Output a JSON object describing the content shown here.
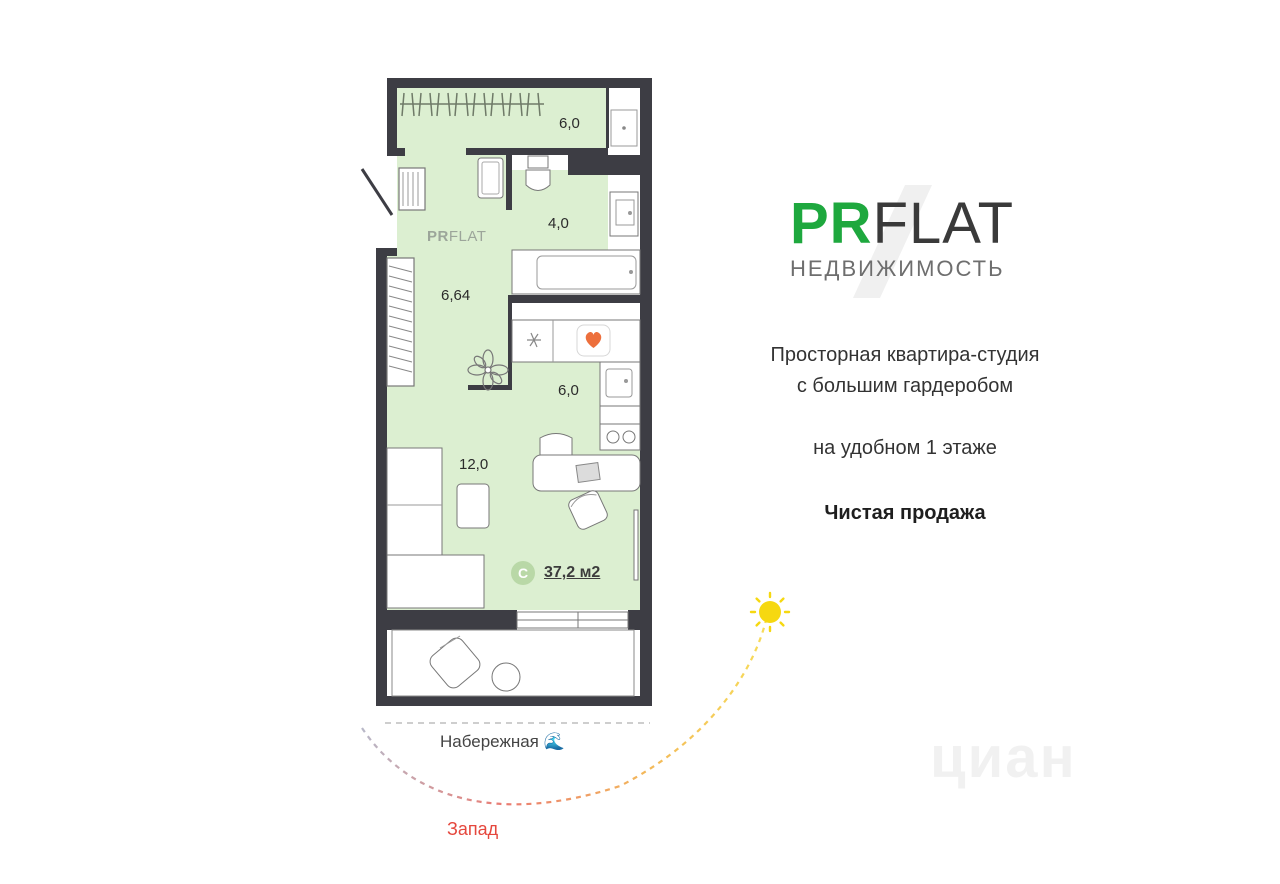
{
  "brand": {
    "name_bold": "PR",
    "name_light": "FLAT",
    "subtitle": "НЕДВИЖИМОСТЬ"
  },
  "description": {
    "line1": "Просторная квартира-студия",
    "line2": "с большим гардеробом",
    "floor": "на  удобном 1 этаже",
    "sale": "Чистая продажа"
  },
  "plan": {
    "rooms": {
      "wardrobe": "6,0",
      "bathroom": "4,0",
      "hall": "6,64",
      "kitchen": "6,0",
      "living": "12,0"
    },
    "logo_bold": "PR",
    "logo_light": "FLAT",
    "type_badge": "С",
    "total_area": "37,2 м2"
  },
  "orientation": {
    "embankment": "Набережная 🌊",
    "west": "Запад"
  },
  "watermark": "циан",
  "colors": {
    "room_fill": "#dcefd1",
    "wall": "#3d3d44",
    "brand_green": "#1ea83e",
    "west_red": "#e5473d",
    "sun": "#f6d810"
  }
}
